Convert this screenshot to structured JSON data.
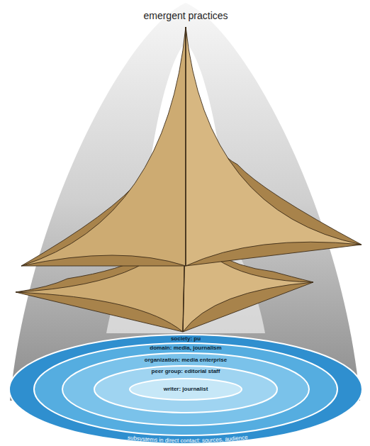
{
  "diagram": {
    "nodes": [
      {
        "text": [
          "society: pu"
        ]
      },
      {
        "text": [
          "domain: media, journalism"
        ],
        "in": 0
      },
      {
        "text": [
          "organization: media enterprise"
        ],
        "in": 1
      },
      {
        "text": [
          "peer group: editorial staff"
        ],
        "in": 2
      },
      {
        "text": [
          "writer: journalist"
        ],
        "in": 3
      }
    ],
    "labels": [
      "emergent practices",
      "subsystems in direct contact: sources, audience"
    ]
  }
}
